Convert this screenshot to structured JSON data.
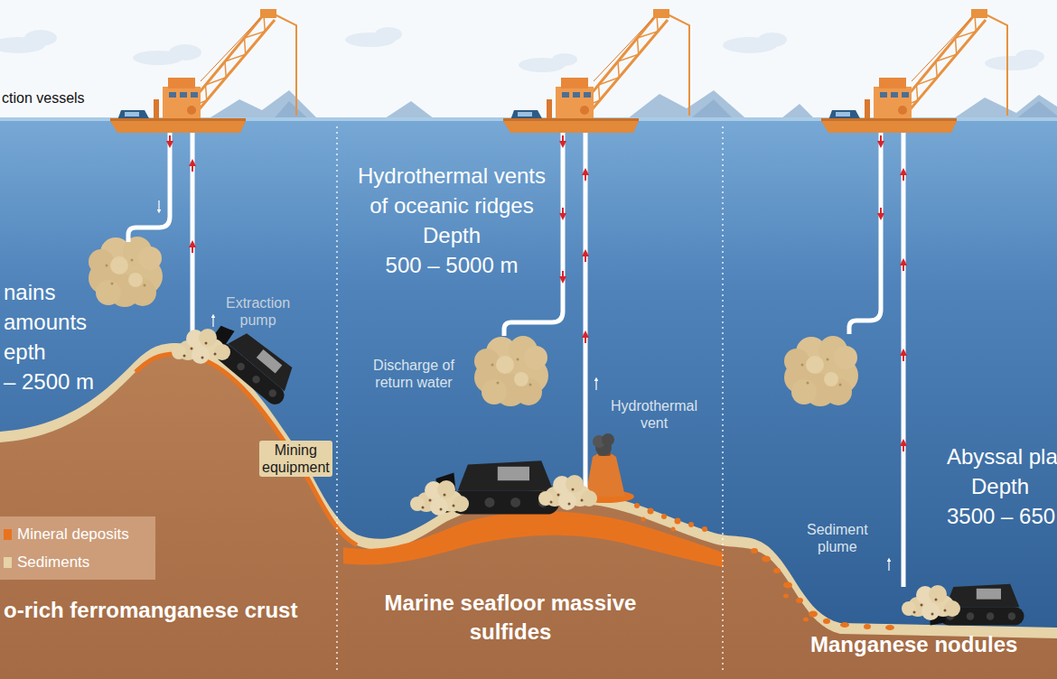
{
  "diagram": {
    "nodes": [
      {
        "text": [
          "nains amounts",
          "epth",
          "– 2500 m",
          "o-rich ferromanganese crust"
        ]
      },
      {
        "text": [
          "Hydrothermal vents of oceanic ridges",
          "Depth",
          "500 – 5000 m",
          "Marine seafloor massive sulfides"
        ]
      },
      {
        "text": [
          "Abyssal pla",
          "Depth",
          "3500 – 650",
          "Manganese nodules"
        ]
      }
    ],
    "labels": [
      "ction vessels",
      "Extraction pump",
      "Mining equipment",
      "Discharge of return water",
      "Hydrothermal vent",
      "Sediment plume"
    ],
    "legend": [
      {
        "text": "Mineral deposits",
        "color": "#e8731f"
      },
      {
        "text": "Sediments",
        "color": "#e6d3a8"
      }
    ]
  }
}
